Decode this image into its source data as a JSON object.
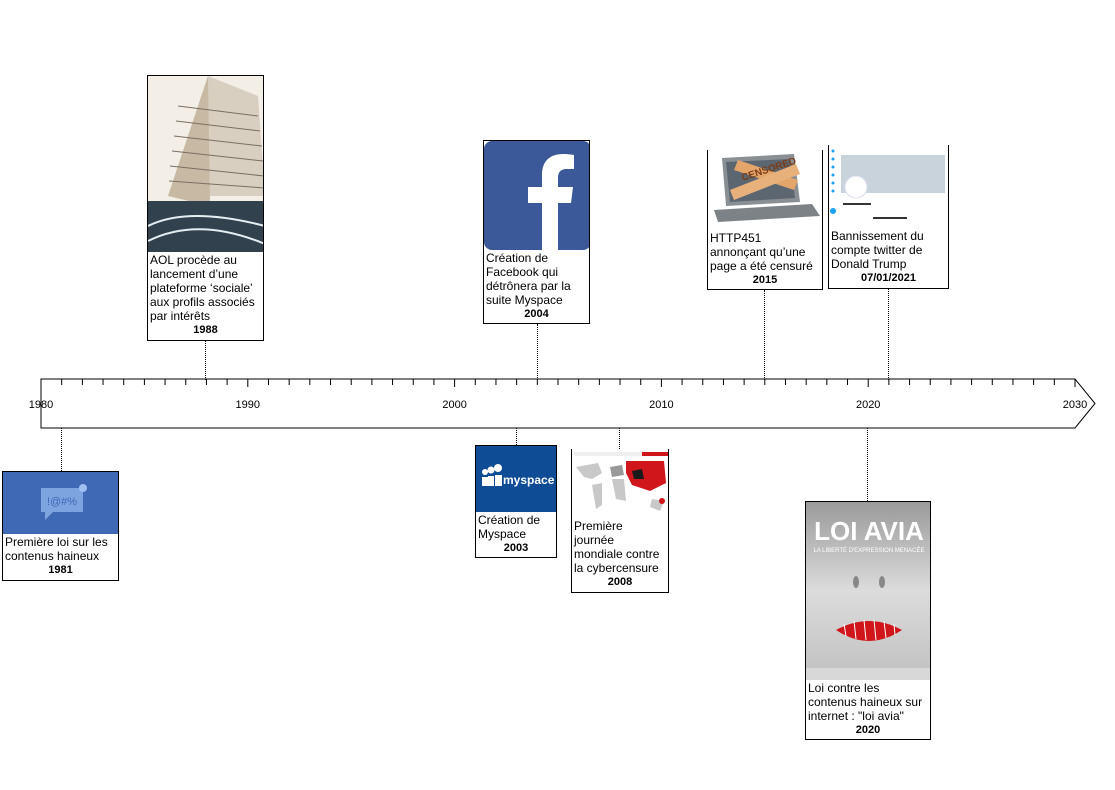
{
  "axis": {
    "start": 1980,
    "end": 2030,
    "minor_step": 1,
    "major_step": 10,
    "labels": [
      "1980",
      "1990",
      "2000",
      "2010",
      "2020",
      "2030"
    ]
  },
  "events": [
    {
      "id": "aol",
      "year": 1988,
      "year_label": "1988",
      "text": "AOL procède au lancement d’une plateforme ‘sociale’ aux profils associés par intérêts",
      "image": "building-photo",
      "side": "above"
    },
    {
      "id": "facebook",
      "year": 2004,
      "year_label": "2004",
      "text": "Création de Facebook qui détrônera par la suite Myspace",
      "image": "facebook-logo",
      "side": "above"
    },
    {
      "id": "http451",
      "year": 2015,
      "year_label": "2015",
      "text": "HTTP451 annonçant qu’une page a été censuré",
      "image": "censored-laptop",
      "side": "above"
    },
    {
      "id": "trump",
      "year": 2021,
      "year_label": "07/01/2021",
      "text": "Bannissement du compte twitter de Donald Trump",
      "image": "twitter-profile",
      "side": "above"
    },
    {
      "id": "loi1981",
      "year": 1981,
      "year_label": "1981",
      "text": "Première loi sur les contenus haineux",
      "image": "chat-censor-icon",
      "side": "below"
    },
    {
      "id": "myspace",
      "year": 2003,
      "year_label": "2003",
      "text": "Création de Myspace",
      "image": "myspace-logo",
      "side": "below"
    },
    {
      "id": "cyber",
      "year": 2008,
      "year_label": "2008",
      "text": "Première journée mondiale contre la cybercensure",
      "image": "world-map",
      "side": "below"
    },
    {
      "id": "avia",
      "year": 2020,
      "year_label": "2020",
      "text": "Loi contre les contenus haineux sur internet : \"loi avia\"",
      "image": "loi-avia-poster",
      "side": "below"
    }
  ],
  "image_text": {
    "myspace": "myspace",
    "censored": "CENSORED",
    "avia_title": "LOI AVIA",
    "avia_sub": "LA LIBERTÉ D'EXPRESSION MENACÉE",
    "chat_symbols": "!@#%"
  },
  "colors": {
    "facebook_blue": "#3b5998",
    "myspace_blue": "#0f4c96",
    "chat_blue": "#3f68b5",
    "map_red": "#d0161b"
  }
}
